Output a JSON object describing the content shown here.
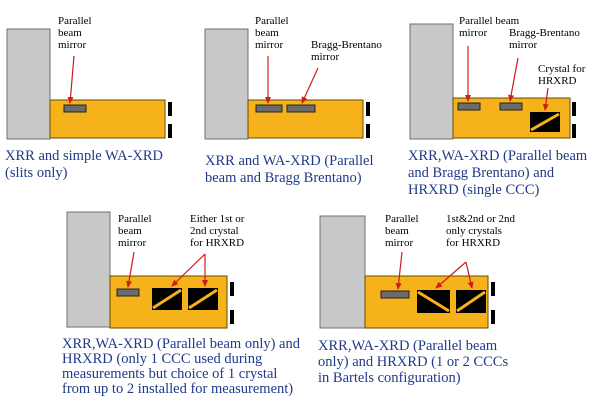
{
  "colors": {
    "housing": "#c8c8c8",
    "housing_stroke": "#6f6f6f",
    "optics_bed": "#f5b21a",
    "optics_bed_stroke": "#6a4a00",
    "mirror": "#6b6b6b",
    "crystal": "#000000",
    "arrow": "#d11a1a",
    "slit": "#000000",
    "label_text": "#000000",
    "caption_text": "#1f3a8a"
  },
  "panels": [
    {
      "name": "panel-1",
      "labels": [
        "Parallel",
        "beam",
        "mirror"
      ],
      "caption": [
        "XRR and simple WA-XRD",
        "(slits only)"
      ]
    },
    {
      "name": "panel-2",
      "labels_pbm": [
        "Parallel",
        "beam",
        "mirror"
      ],
      "labels_bb": [
        "Bragg-Brentano",
        "mirror"
      ],
      "caption": [
        "XRR and WA-XRD (Parallel",
        "beam and Bragg Brentano)"
      ]
    },
    {
      "name": "panel-3",
      "labels_pbm": [
        "Parallel beam",
        "mirror"
      ],
      "labels_bb": [
        "Bragg-Brentano",
        "mirror"
      ],
      "labels_crystal": [
        "Crystal for",
        "HRXRD"
      ],
      "caption": [
        "XRR,WA-XRD (Parallel beam",
        "and Bragg Brentano) and",
        "HRXRD (single CCC)"
      ]
    },
    {
      "name": "panel-4",
      "labels_pbm": [
        "Parallel",
        "beam",
        "mirror"
      ],
      "labels_crystal": [
        "Either 1st or",
        "2nd crystal",
        "for HRXRD"
      ],
      "caption": [
        "XRR,WA-XRD (Parallel beam only) and",
        "HRXRD (only 1 CCC used during",
        "measurements but choice of 1 crystal",
        "from up to 2 installed for measurement)"
      ]
    },
    {
      "name": "panel-5",
      "labels_pbm": [
        "Parallel",
        "beam",
        "mirror"
      ],
      "labels_crystal": [
        "1st&2nd or 2nd",
        "only crystals",
        "for HRXRD"
      ],
      "caption": [
        "XRR,WA-XRD (Parallel beam",
        "only) and HRXRD (1 or 2 CCCs",
        "in Bartels configuration)"
      ]
    }
  ]
}
